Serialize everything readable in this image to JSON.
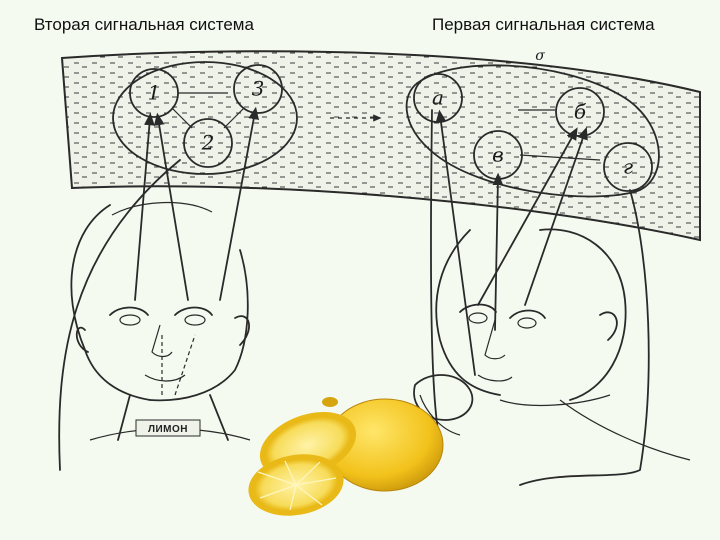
{
  "titles": {
    "left": "Вторая сигнальная система",
    "right": "Первая сигнальная система"
  },
  "cortex": {
    "label": "σ"
  },
  "second_system": {
    "nodes": [
      "1",
      "3",
      "2"
    ],
    "caption": "ЛИМОН"
  },
  "first_system": {
    "nodes": [
      "a",
      "б",
      "в",
      "г"
    ]
  },
  "colors": {
    "background": "#f4faf0",
    "cortex_fill": "#eef2e8",
    "ink": "#2a2a2a",
    "lemon": "#f2c21b",
    "lemon_slice": "#f7dc5a"
  },
  "icons": [
    "lemon-image"
  ]
}
